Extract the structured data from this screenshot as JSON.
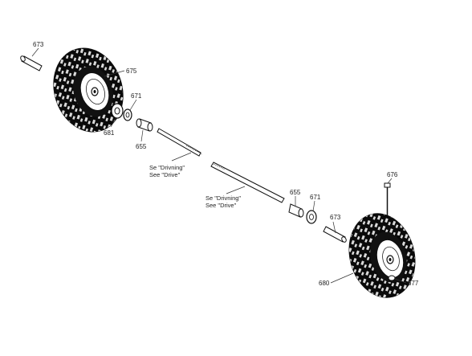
{
  "labels": {
    "p673_top": "673",
    "p675": "675",
    "p671_top": "671",
    "p681": "681",
    "p655_top": "655",
    "p676": "676",
    "p655_right": "655",
    "p671_right": "671",
    "p673_right": "673",
    "p680": "680",
    "p677": "677"
  },
  "notes": {
    "upper_line1": "Se \"Drivning\"",
    "upper_line2": "See \"Drive\"",
    "lower_line1": "Se \"Drivning\"",
    "lower_line2": "See \"Drive\"",
    "right_line1": "Se \"Drivning\"",
    "right_line2": "See \"Drive\""
  }
}
